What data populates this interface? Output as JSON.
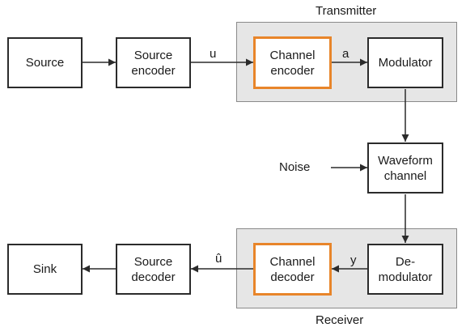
{
  "groups": {
    "transmitter": "Transmitter",
    "receiver": "Receiver"
  },
  "blocks": {
    "source": "Source",
    "source_encoder": "Source\nencoder",
    "channel_encoder": "Channel\nencoder",
    "modulator": "Modulator",
    "waveform_channel": "Waveform\nchannel",
    "demodulator": "De-\nmodulator",
    "channel_decoder": "Channel\ndecoder",
    "source_decoder": "Source\ndecoder",
    "sink": "Sink"
  },
  "signals": {
    "u": "u",
    "a": "a",
    "noise": "Noise",
    "y": "y",
    "u_hat": "û"
  },
  "colors": {
    "highlight": "#e8852a",
    "group_fill": "#e6e6e6",
    "line": "#2b2b2b"
  }
}
